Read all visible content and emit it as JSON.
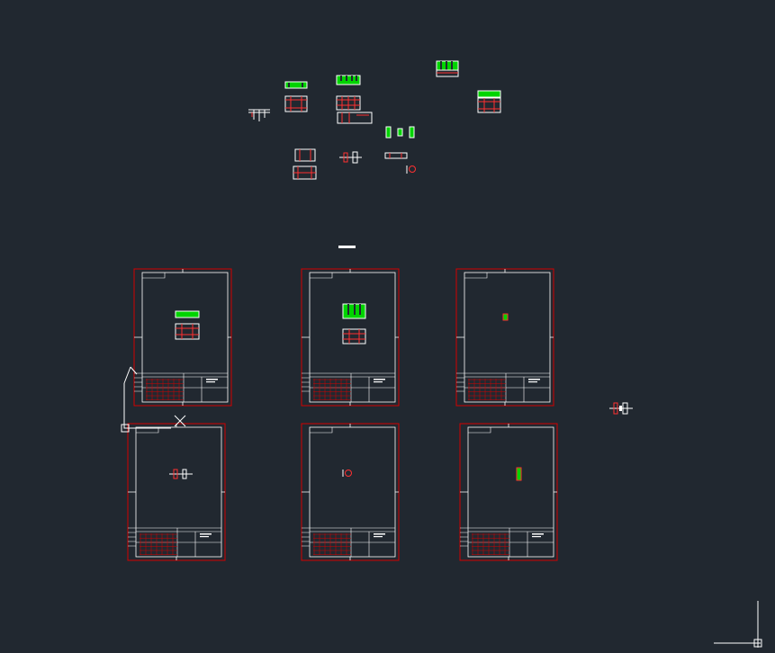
{
  "viewport": {
    "background": "#212830"
  },
  "colors": {
    "frame": "#d40000",
    "line": "#ffffff",
    "part": "#00d400",
    "accent": "#ff3030",
    "dim": "#cfcfcf"
  },
  "drawing_sheets": [
    {
      "id": 1,
      "content": "component-with-green-parts"
    },
    {
      "id": 2,
      "content": "assembly-with-green-parts"
    },
    {
      "id": 3,
      "content": "small-green-part"
    },
    {
      "id": 4,
      "content": "shaft-part"
    },
    {
      "id": 5,
      "content": "round-part"
    },
    {
      "id": 6,
      "content": "vertical-green-part"
    }
  ],
  "icons": {
    "ucs": "ucs-axis-icon",
    "crosshair": "crosshair-cursor-icon",
    "pickbox": "pickbox-icon"
  }
}
